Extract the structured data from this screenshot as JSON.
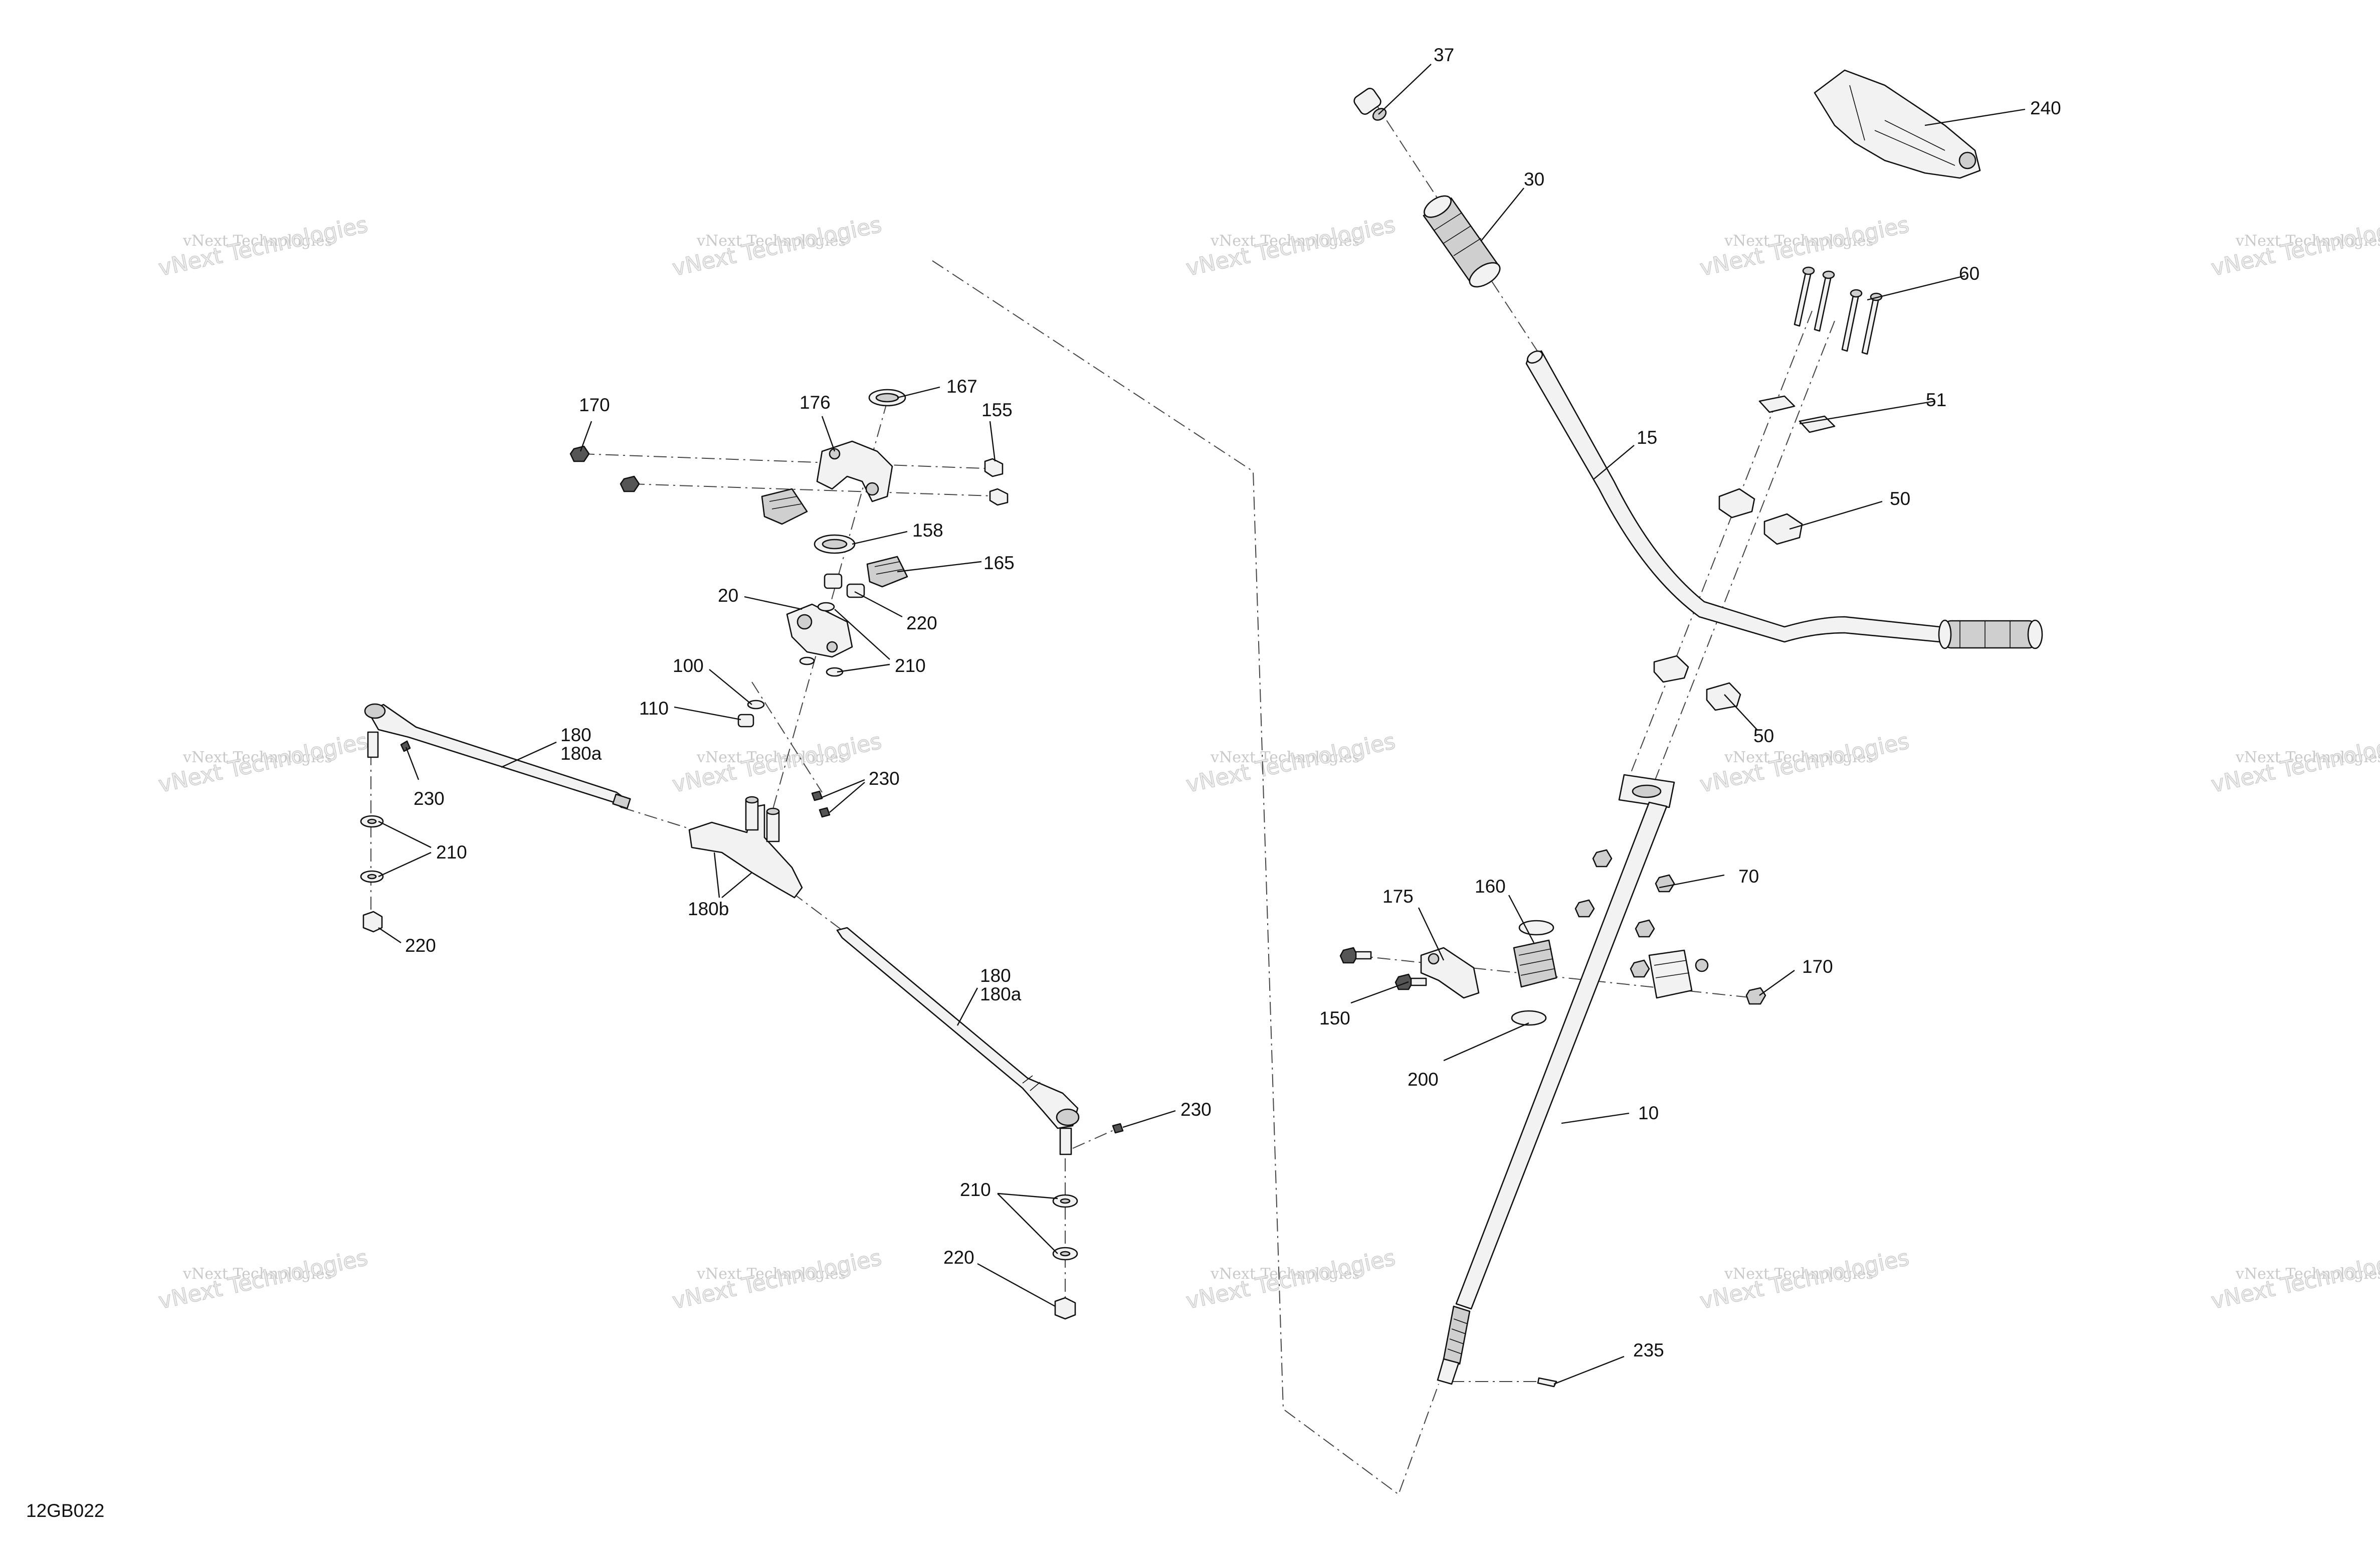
{
  "diagram": {
    "code": "12GB022",
    "watermark": {
      "line1": "vNext Technologies",
      "line2": "vNext Technologies"
    },
    "callouts": {
      "c37": "37",
      "c240": "240",
      "c30": "30",
      "c60": "60",
      "c51": "51",
      "c15": "15",
      "c50a": "50",
      "c50b": "50",
      "c70": "70",
      "c160": "160",
      "c175": "175",
      "c170r": "170",
      "c150": "150",
      "c200": "200",
      "c10": "10",
      "c235": "235",
      "c170l": "170",
      "c176": "176",
      "c167": "167",
      "c155": "155",
      "c158": "158",
      "c165": "165",
      "c20": "20",
      "c220a": "220",
      "c210a": "210",
      "c100": "100",
      "c110": "110",
      "c180a": "180",
      "c180aa": "180a",
      "c230a": "230",
      "c230b": "230",
      "c210b": "210",
      "c220b": "220",
      "c180b": "180b",
      "c180c": "180",
      "c180ca": "180a",
      "c230c": "230",
      "c210c": "210",
      "c220c": "220"
    }
  }
}
